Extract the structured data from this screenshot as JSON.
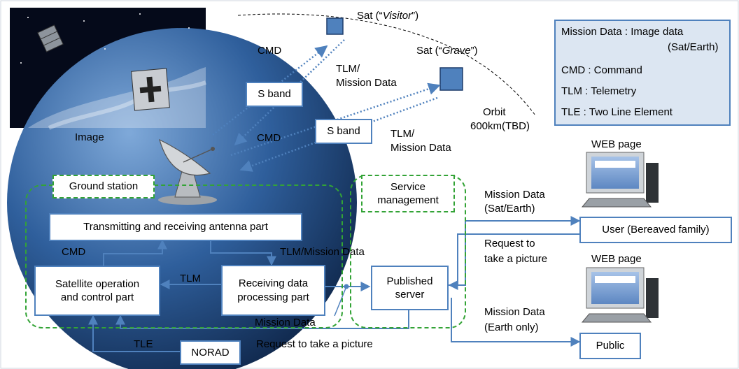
{
  "image_caption": "Image",
  "satellites": {
    "visitor_prefix": "Sat (“",
    "visitor_name": "Visitor",
    "visitor_suffix": "”)",
    "grave_prefix": "Sat (“",
    "grave_name": "Grave",
    "grave_suffix": "”)",
    "orbit_line1": "Orbit",
    "orbit_line2": "600km(TBD)"
  },
  "links": {
    "cmd_upper": "CMD",
    "tlm_upper_1": "TLM/",
    "tlm_upper_2": "Mission Data",
    "sband_upper": "S band",
    "cmd_lower": "CMD",
    "sband_lower": "S band",
    "tlm_lower_1": "TLM/",
    "tlm_lower_2": "Mission Data"
  },
  "legend": {
    "line1": "Mission Data : Image data",
    "line2": "(Sat/Earth)",
    "line3": "CMD : Command",
    "line4": "TLM : Telemetry",
    "line5": "TLE : Two Line Element"
  },
  "ground_station": {
    "title": "Ground station",
    "antenna_part": "Transmitting and receiving antenna part",
    "sat_op_line1": "Satellite operation",
    "sat_op_line2": "and control part",
    "recv_line1": "Receiving data",
    "recv_line2": "processing part",
    "cmd_label": "CMD",
    "tlm_mission_label": "TLM/Mission Data",
    "tlm_label": "TLM",
    "mission_data_label": "Mission Data"
  },
  "service": {
    "title_line1": "Service",
    "title_line2": "management",
    "server_line1": "Published",
    "server_line2": "server"
  },
  "norad": {
    "label": "NORAD",
    "tle_label": "TLE"
  },
  "request_bottom": "Request to take a picture",
  "users": {
    "web_page_1": "WEB page",
    "web_page_2": "WEB page",
    "user_label": "User (Bereaved family)",
    "public_label": "Public",
    "md_sat_earth_1": "Mission Data",
    "md_sat_earth_2": "(Sat/Earth)",
    "request_1": "Request to",
    "request_2": "take a picture",
    "md_earth_1": "Mission Data",
    "md_earth_2": "(Earth only)"
  },
  "colors": {
    "arrow_blue": "#4f81bd",
    "dashed_green": "#33a336",
    "legend_fill": "#dce6f2",
    "space": "#050a1a"
  }
}
